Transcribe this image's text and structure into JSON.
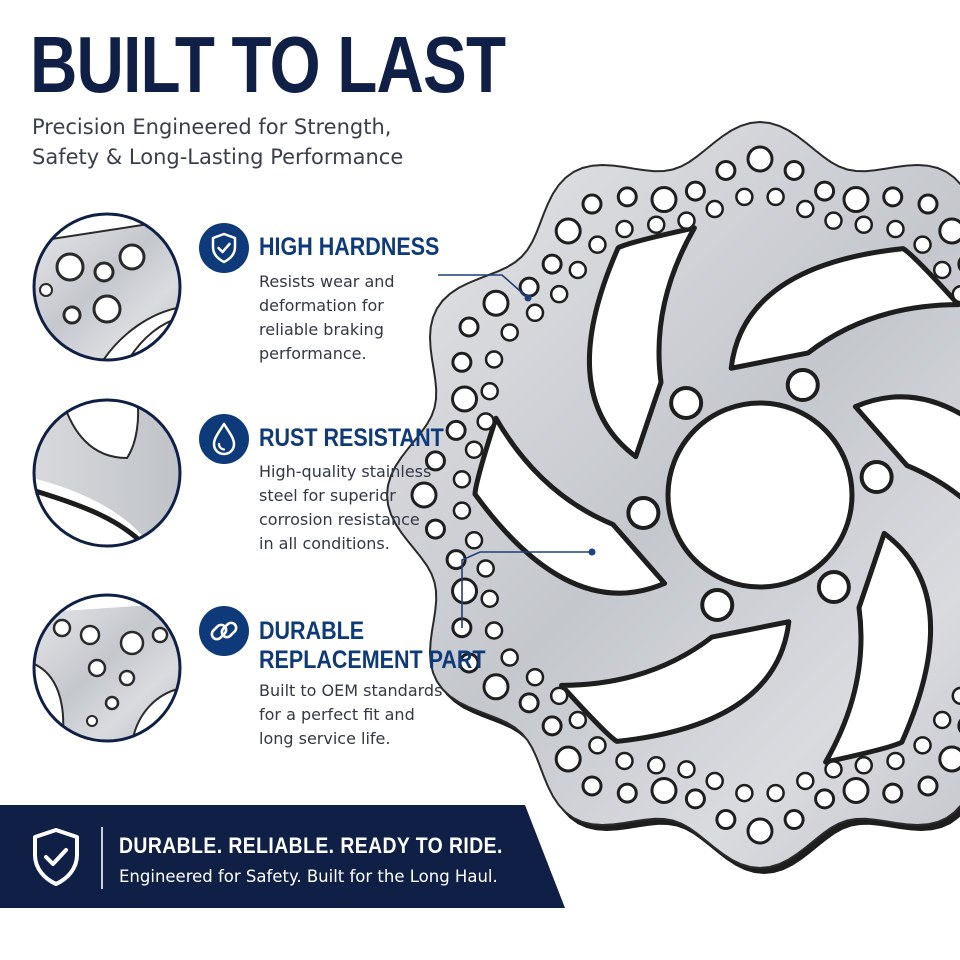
{
  "header": {
    "title": "BUILT TO LAST",
    "subtitle_line1": "Precision Engineered for Strength,",
    "subtitle_line2": "Safety & Long-Lasting Performance"
  },
  "features": [
    {
      "icon": "shield-check-icon",
      "title": "HIGH HARDNESS",
      "desc": [
        "Resists wear and",
        "deformation for",
        "reliable braking",
        "performance."
      ]
    },
    {
      "icon": "water-drop-icon",
      "title": "RUST RESISTANT",
      "desc": [
        "High-quality stainless",
        "steel for superior",
        "corrosion resistance",
        "in all conditions."
      ]
    },
    {
      "icon": "chain-link-icon",
      "title_line1": "DURABLE",
      "title_line2": "REPLACEMENT PART",
      "desc": [
        "Built to OEM standards",
        "for a perfect fit and",
        "long service life."
      ]
    }
  ],
  "banner": {
    "icon": "shield-check-icon",
    "title": "DURABLE. RELIABLE. READY TO RIDE.",
    "subtitle": "Engineered for Safety. Built for the Long Haul."
  },
  "colors": {
    "navy": "#0f1f45",
    "accent_blue": "#0f3a7a",
    "steel": "#c9ccd1"
  }
}
